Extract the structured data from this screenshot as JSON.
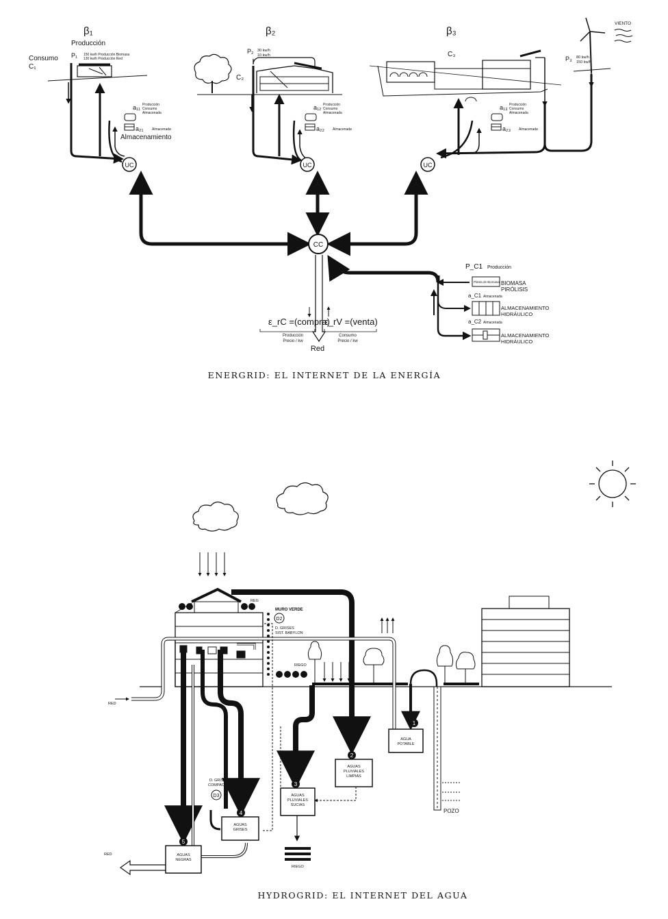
{
  "energy": {
    "caption": "ENERGRID: EL INTERNET DE LA ENERGÍA",
    "beta1": "β₁",
    "beta2": "β₂",
    "beta3": "β₃",
    "produccion": "Producción",
    "consumo": "Consumo",
    "c1": "C₁",
    "c2": "C₂",
    "c3": "C₃",
    "p1": "P₁",
    "p2": "P₂",
    "p3": "P₃",
    "p1_vals": [
      "150 kw/h Producción Biomasa",
      "130 kw/h Producción Red"
    ],
    "p2_vals": [
      "30 kw/h",
      "10 kw/h"
    ],
    "p3_vals": [
      "80 kw/h",
      "150 kw/h"
    ],
    "viento": "VIENTO",
    "a11": "a₁₁",
    "a21": "a₂₁",
    "a12": "a₁₂",
    "a22": "a₂₂",
    "a13": "a₁₃",
    "a23": "a₂₃",
    "a_labels": [
      "Producción",
      "Consumo",
      "Almacenada"
    ],
    "almacenada": "Almacenada",
    "almacenamiento": "Almacenamiento",
    "uc": "UC",
    "cc": "CC",
    "pc1": "P_C1",
    "pc1_label": "Producción",
    "planta": "Planta de Biomasa",
    "biomasa": "BIOMASA",
    "pirolisis": "PIRÓLISIS",
    "ac1": "a_C1",
    "ac2": "a_C2",
    "alm_hidraulico_1": "ALMACENAMIENTO",
    "alm_hidraulico_2": "HIDRÁULICO",
    "e_compra": "ε_rC =(compra)",
    "e_venta": "ε_rV =(venta)",
    "prod_precio": [
      "Producción",
      "Precio / kw"
    ],
    "cons_precio": [
      "Consumo",
      "Precio / kw"
    ],
    "red": "Red"
  },
  "water": {
    "caption": "HYDROGRID: EL INTERNET DEL AGUA",
    "reg": "REG",
    "muro_verde": "MURO VERDE",
    "d2": "D2",
    "d_grises": "D. GRISES",
    "sist_babylon": "SIST. BABYLON",
    "riego": "RIEGO",
    "red": "RED",
    "d_grises_compacto": [
      "D. GRISES",
      "COMPACTO"
    ],
    "d3": "D3",
    "tanks": {
      "potable": [
        "AGUA",
        "POTABLE"
      ],
      "limpias": [
        "AGUAS",
        "PLUVIALES",
        "LIMPIAS"
      ],
      "sucias": [
        "AGUAS",
        "PLUVIALES",
        "SUCIAS"
      ],
      "grises": [
        "AGUAS",
        "GRISES"
      ],
      "negras": [
        "AGUAS",
        "NEGRAS"
      ]
    },
    "numbers": [
      "1",
      "2",
      "3",
      "4",
      "5"
    ],
    "pozo": "POZO"
  }
}
